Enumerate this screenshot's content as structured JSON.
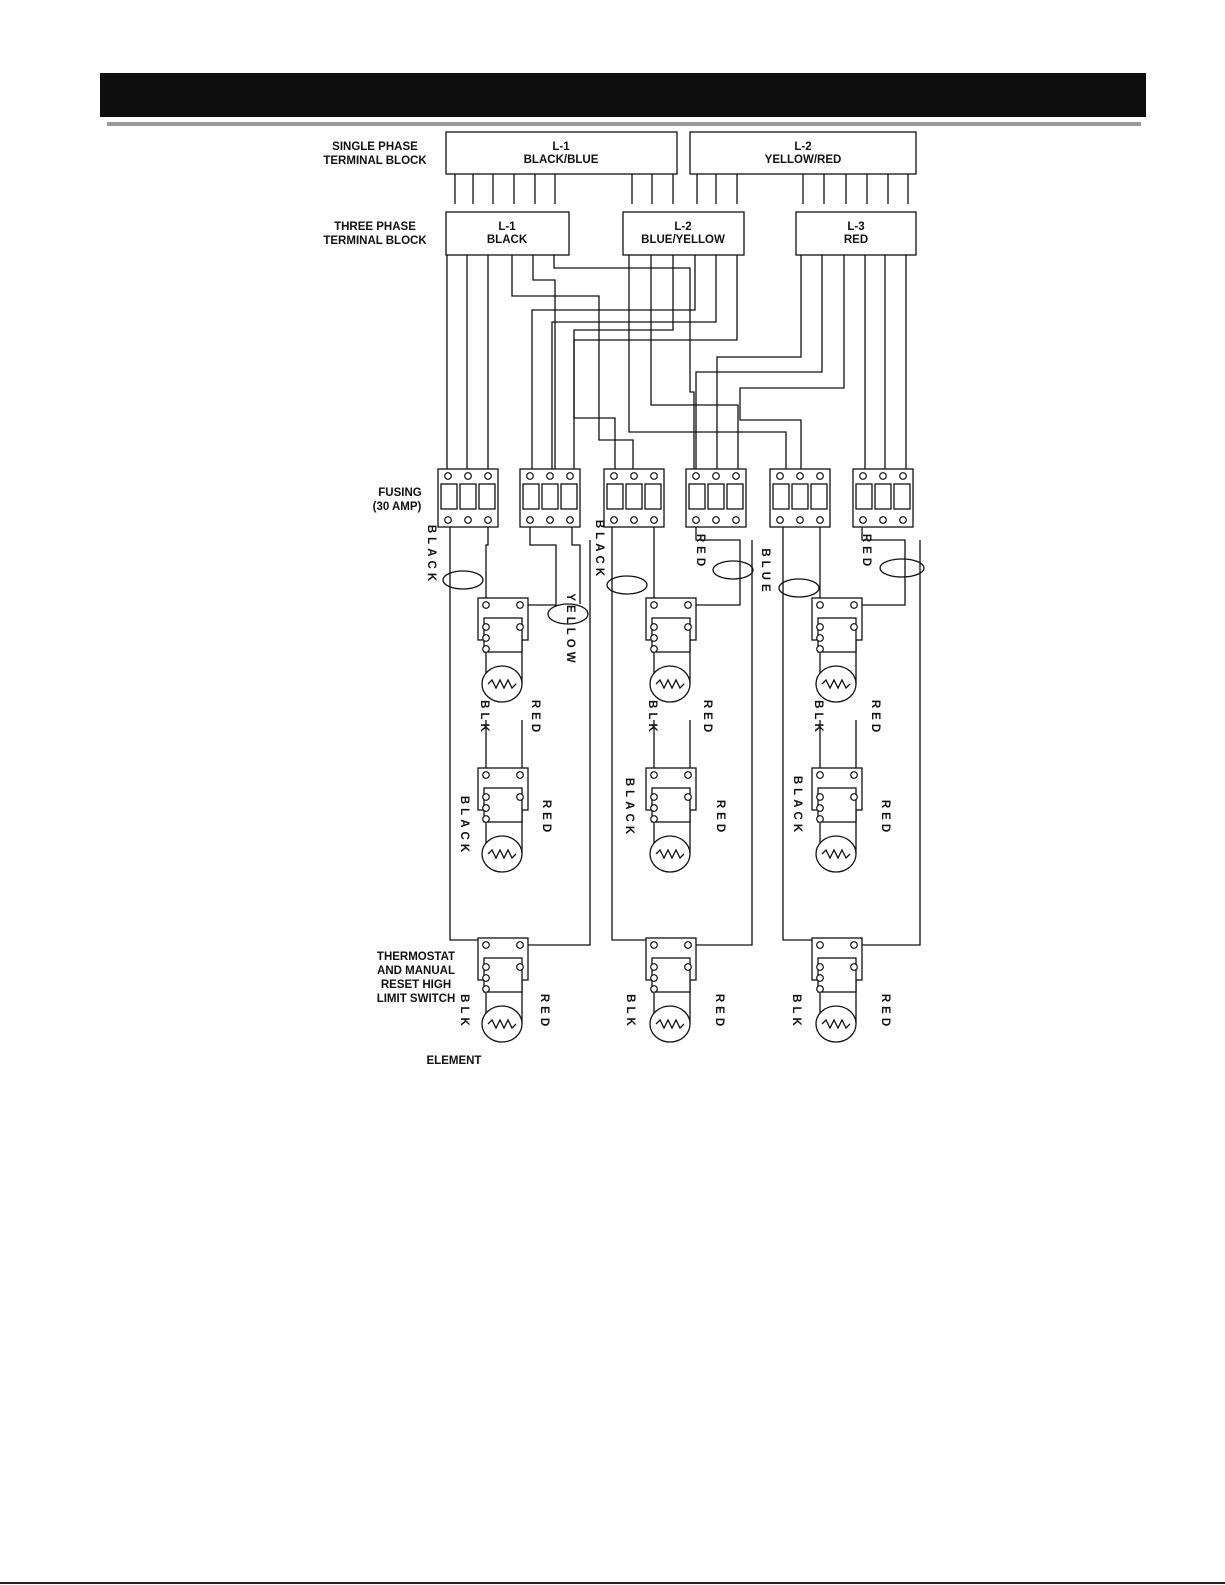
{
  "labels": {
    "single_phase": [
      "SINGLE PHASE",
      "TERMINAL BLOCK"
    ],
    "three_phase": [
      "THREE PHASE",
      "TERMINAL BLOCK"
    ],
    "fusing": [
      "FUSING",
      "(30 AMP)"
    ],
    "thermostat": [
      "THERMOSTAT",
      "AND MANUAL",
      "RESET HIGH",
      "LIMIT SWITCH"
    ],
    "element": "ELEMENT"
  },
  "single_phase_blocks": [
    {
      "line": "L-1",
      "color": "BLACK/BLUE"
    },
    {
      "line": "L-2",
      "color": "YELLOW/RED"
    }
  ],
  "three_phase_blocks": [
    {
      "line": "L-1",
      "color": "BLACK"
    },
    {
      "line": "L-2",
      "color": "BLUE/YELLOW"
    },
    {
      "line": "L-3",
      "color": "RED"
    }
  ],
  "wire_labels": {
    "black_1": "BLACK",
    "yellow": "YELLOW",
    "black_2": "BLACK",
    "red_1": "RED",
    "blue": "BLUE",
    "red_2": "RED",
    "blk": "BLK",
    "red": "RED",
    "black": "BLACK"
  }
}
